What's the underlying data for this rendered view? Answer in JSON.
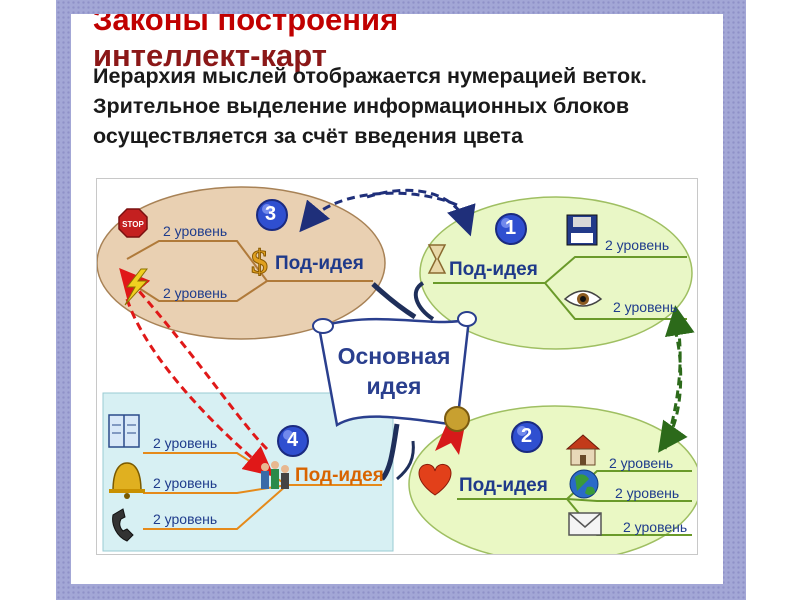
{
  "slide": {
    "title_line1": "Законы построения",
    "title_line2": "интеллект-карт",
    "text": "Иерархия мыслей отображается нумерацией веток. Зрительное выделение информационных блоков осуществляется за счёт введения цвета"
  },
  "diagram": {
    "main_idea": {
      "line1": "Основная",
      "line2": "идея"
    },
    "branches": [
      {
        "number": "1",
        "idea": "Под-идея",
        "levels": [
          "2 уровень",
          "2 уровень"
        ]
      },
      {
        "number": "2",
        "idea": "Под-идея",
        "levels": [
          "2 уровень",
          "2 уровень",
          "2 уровень"
        ]
      },
      {
        "number": "3",
        "idea": "Под-идея",
        "levels": [
          "2 уровень",
          "2 уровень"
        ]
      },
      {
        "number": "4",
        "idea": "Под-идея",
        "levels": [
          "2 уровень",
          "2 уровень",
          "2 уровень"
        ]
      }
    ],
    "stop_sign_text": "STOP",
    "colors": {
      "frame": "#a3a7d6",
      "branch1_fill": "#e9f7c6",
      "branch2_fill": "#eaf8c4",
      "branch3_fill": "#e9d0b2",
      "branch4_fill": "#d7f0f3",
      "number_badge": "#2f4fd0",
      "arrow_navy": "#1f2f7a",
      "arrow_green": "#2c6a1a",
      "arrow_red": "#e01818"
    },
    "icons": [
      "stop-sign-icon",
      "lightning-icon",
      "dollar-icon",
      "hourglass-icon",
      "floppy-disk-icon",
      "eye-icon",
      "house-icon",
      "globe-icon",
      "envelope-icon",
      "heart-icon",
      "book-icon",
      "bell-icon",
      "telephone-icon",
      "people-icon",
      "ribbon-medal-icon",
      "scroll-icon"
    ]
  }
}
